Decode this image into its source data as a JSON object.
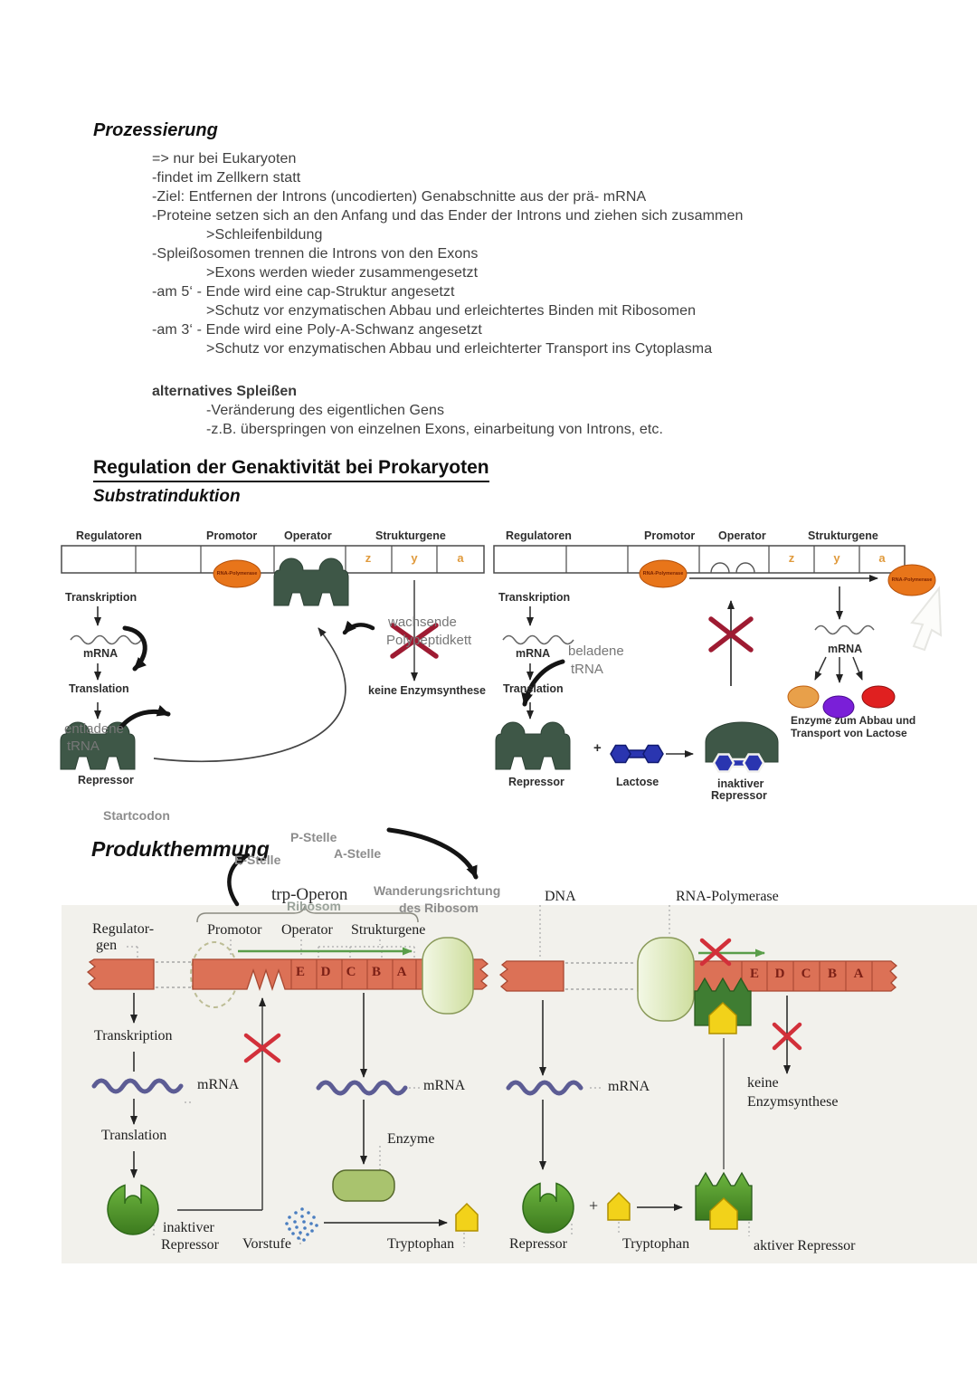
{
  "notes": {
    "title": "Prozessierung",
    "lines": [
      {
        "indent": 1,
        "text": "=> nur bei Eukaryoten"
      },
      {
        "indent": 1,
        "text": "-findet im Zellkern statt"
      },
      {
        "indent": 1,
        "text": "-Ziel: Entfernen der Introns (uncodierten) Genabschnitte aus der prä- mRNA"
      },
      {
        "indent": 1,
        "text": "-Proteine setzen sich an den Anfang und das Ender der Introns und ziehen sich zusammen"
      },
      {
        "indent": 2,
        "text": ">Schleifenbildung"
      },
      {
        "indent": 1,
        "text": "-Spleißosomen trennen die Introns von den Exons"
      },
      {
        "indent": 2,
        "text": ">Exons werden wieder zusammengesetzt"
      },
      {
        "indent": 1,
        "text": "-am 5‘ - Ende wird eine cap-Struktur angesetzt"
      },
      {
        "indent": 2,
        "text": ">Schutz vor enzymatischen Abbau und erleichtertes Binden mit Ribosomen"
      },
      {
        "indent": 1,
        "text": "-am 3‘ - Ende wird eine Poly-A-Schwanz angesetzt"
      },
      {
        "indent": 2,
        "text": ">Schutz vor enzymatischen Abbau und erleichterter Transport ins Cytoplasma"
      }
    ],
    "alt_title": "alternatives Spleißen",
    "alt_lines": [
      "-Veränderung des eigentlichen Gens",
      "-z.B. überspringen von einzelnen Exons, einarbeitung von Introns, etc."
    ],
    "section_heading": "Regulation der Genaktivität bei Prokaryoten",
    "sub_heading": "Substratinduktion"
  },
  "substrat": {
    "headers": {
      "regulatoren": "Regulatoren",
      "promotor": "Promotor",
      "operator": "Operator",
      "strukturgene": "Strukturgene"
    },
    "genes": [
      "z",
      "y",
      "a"
    ],
    "rna_polymerase": "RNA-Polymerase",
    "transkription": "Transkription",
    "mrna": "mRNA",
    "translation": "Translation",
    "repressor": "Repressor",
    "left": {
      "entladene": "entladene",
      "trna": "tRNA",
      "wachsende_1": "wachsende",
      "wachsende_2": "Polypeptidkett",
      "keine": "keine Enzymsynthese",
      "startcodon": "Startcodon"
    },
    "right": {
      "beladene": "beladene",
      "trna": "tRNA",
      "plus": "+",
      "lactose": "Lactose",
      "inaktiver_1": "inaktiver",
      "inaktiver_2": "Repressor",
      "enzyme_1": "Enzyme zum Abbau und",
      "enzyme_2": "Transport von Lactose"
    }
  },
  "annotations": {
    "produkthemmung": "Produkthemmung",
    "p_stelle": "P-Stelle",
    "a_stelle": "A-Stelle",
    "e_stelle": "E-Stelle",
    "ribosom": "Ribosom",
    "wanderung_1": "Wanderungsrichtung",
    "wanderung_2": "des Ribosom"
  },
  "trp": {
    "operon": "trp-Operon",
    "cells": [
      "E",
      "D",
      "C",
      "B",
      "A"
    ],
    "left": {
      "regulator_1": "Regulator-",
      "regulator_2": "gen",
      "promotor": "Promotor",
      "operator": "Operator",
      "strukturgene": "Strukturgene",
      "transkription": "Transkription",
      "mrna": "mRNA",
      "translation": "Translation",
      "inaktiver_1": "inaktiver",
      "inaktiver_2": "Repressor",
      "enzyme": "Enzyme",
      "vorstufe": "Vorstufe",
      "tryptophan": "Tryptophan"
    },
    "right": {
      "dna": "DNA",
      "rna_polymerase": "RNA-Polymerase",
      "mrna": "mRNA",
      "keine_1": "keine",
      "keine_2": "Enzymsynthese",
      "repressor": "Repressor",
      "plus": "+",
      "tryptophan": "Tryptophan",
      "aktiver": "aktiver Repressor"
    }
  },
  "colors": {
    "dna_bar": "#dc7156",
    "repressor_dark": "#3e5747",
    "rna_polymerase_orange": "#e8751a",
    "lactose_blue": "#2a35b0",
    "tryptophan_yellow": "#f2d21a",
    "repressor_green": "#4a9428",
    "enzyme_green": "#a9c36e",
    "mrna_purple": "#5c5c94",
    "cross_red": "#d2303a",
    "cross_dark_red": "#9e1b32",
    "enzyme_orange": "#e8a04a",
    "enzyme_violet": "#7a1fd8",
    "enzyme_red": "#e02020",
    "photo_bg": "#f2f1ec"
  }
}
